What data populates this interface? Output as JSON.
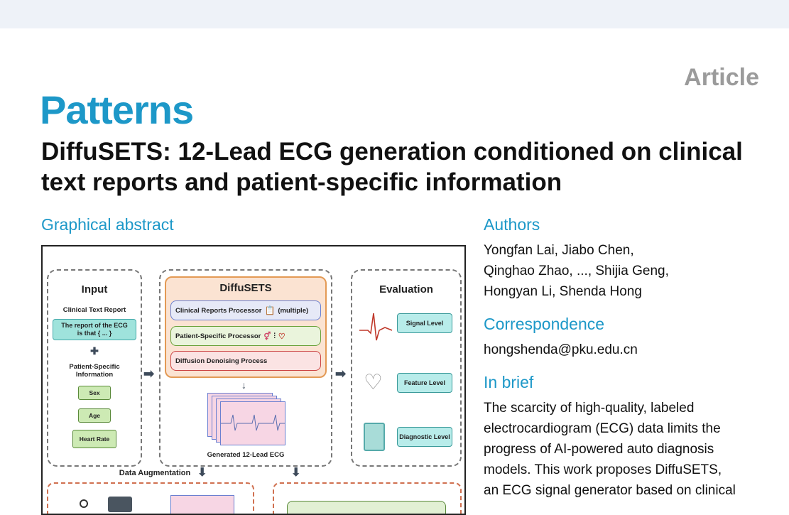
{
  "header": {
    "article_type": "Article",
    "journal": "Patterns"
  },
  "title": "DiffuSETS: 12-Lead ECG generation conditioned on clinical text reports and patient-specific information",
  "graphical_abstract": {
    "heading": "Graphical abstract",
    "input": {
      "header": "Input",
      "clinical_text_report": "Clinical Text Report",
      "report_box": "The report of the ECG is that { ... }",
      "plus": "✚",
      "patient_specific": "Patient-Specific Information",
      "sex": "Sex",
      "age": "Age",
      "heart_rate": "Heart Rate"
    },
    "diffusets": {
      "header": "DiffuSETS",
      "clinical_proc": "Clinical Reports Processor",
      "multiple": "(multiple)",
      "patient_proc": "Patient-Specific Processor",
      "diffusion": "Diffusion Denoising Process",
      "generated": "Generated 12-Lead ECG"
    },
    "evaluation": {
      "header": "Evaluation",
      "signal": "Signal Level",
      "feature": "Feature Level",
      "diagnostic": "Diagnostic Level"
    },
    "data_augmentation": "Data Augmentation"
  },
  "authors": {
    "heading": "Authors",
    "line1": "Yongfan Lai, Jiabo Chen,",
    "line2": "Qinghao Zhao, ..., Shijia Geng,",
    "line3": "Hongyan Li, Shenda Hong"
  },
  "correspondence": {
    "heading": "Correspondence",
    "email": "hongshenda@pku.edu.cn"
  },
  "in_brief": {
    "heading": "In brief",
    "lines": [
      "The scarcity of high-quality, labeled",
      "electrocardiogram (ECG) data limits the",
      "progress of AI-powered auto diagnosis",
      "models. This work proposes DiffuSETS,",
      "an ECG signal generator based on clinical"
    ]
  },
  "colors": {
    "brand": "#1d98c8",
    "article_gray": "#9b9b9b",
    "teal_box": "#9fe3dc",
    "green_box": "#cdeab4",
    "orange_panel": "#fbe3d2"
  }
}
